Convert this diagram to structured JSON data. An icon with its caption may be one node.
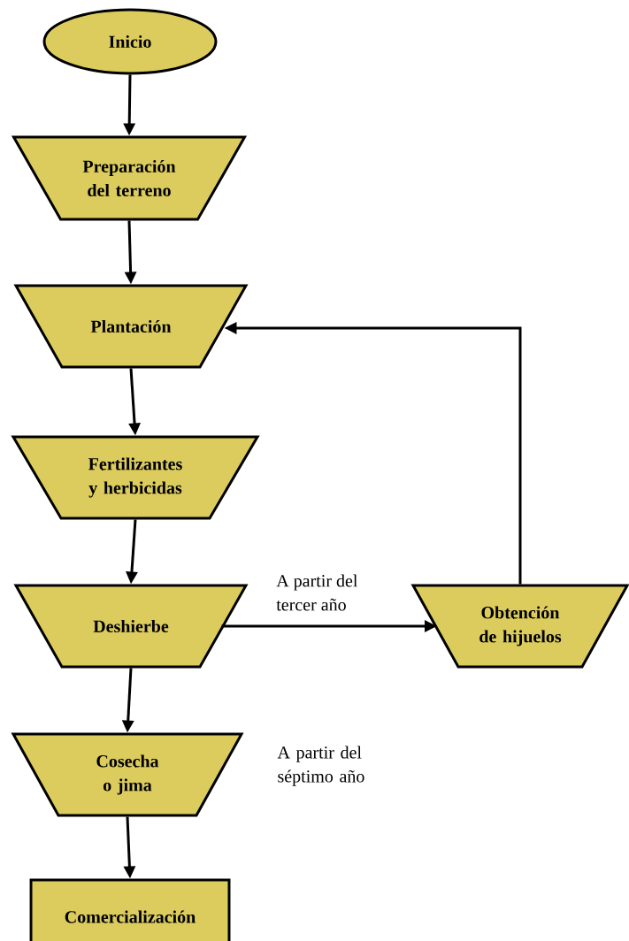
{
  "diagram": {
    "nodes": [
      {
        "text": [
          "Inicio"
        ]
      },
      {
        "text": [
          "Preparación del terreno"
        ]
      },
      {
        "text": [
          "Plantación"
        ]
      },
      {
        "text": [
          "Fertilizantes y herbicidas"
        ]
      },
      {
        "text": [
          "Deshierbe"
        ]
      },
      {
        "text": [
          "Obtención de hijuelos"
        ]
      },
      {
        "text": [
          "Cosecha o jima"
        ]
      },
      {
        "text": [
          "Comercialización"
        ]
      }
    ],
    "edges": [
      {
        "from": 0,
        "to": 1,
        "arrow": "to"
      },
      {
        "from": 1,
        "to": 2,
        "arrow": "to"
      },
      {
        "from": 2,
        "to": 3,
        "arrow": "to"
      },
      {
        "from": 3,
        "to": 4,
        "arrow": "to"
      },
      {
        "from": 4,
        "to": 5,
        "arrow": "to",
        "label": "A partir del tercer año"
      },
      {
        "from": 5,
        "to": 2,
        "arrow": "to"
      },
      {
        "from": 4,
        "to": 6,
        "arrow": "to"
      },
      {
        "from": 6,
        "to": 7,
        "arrow": "to"
      }
    ],
    "labels": [
      "A partir del séptimo año"
    ]
  }
}
